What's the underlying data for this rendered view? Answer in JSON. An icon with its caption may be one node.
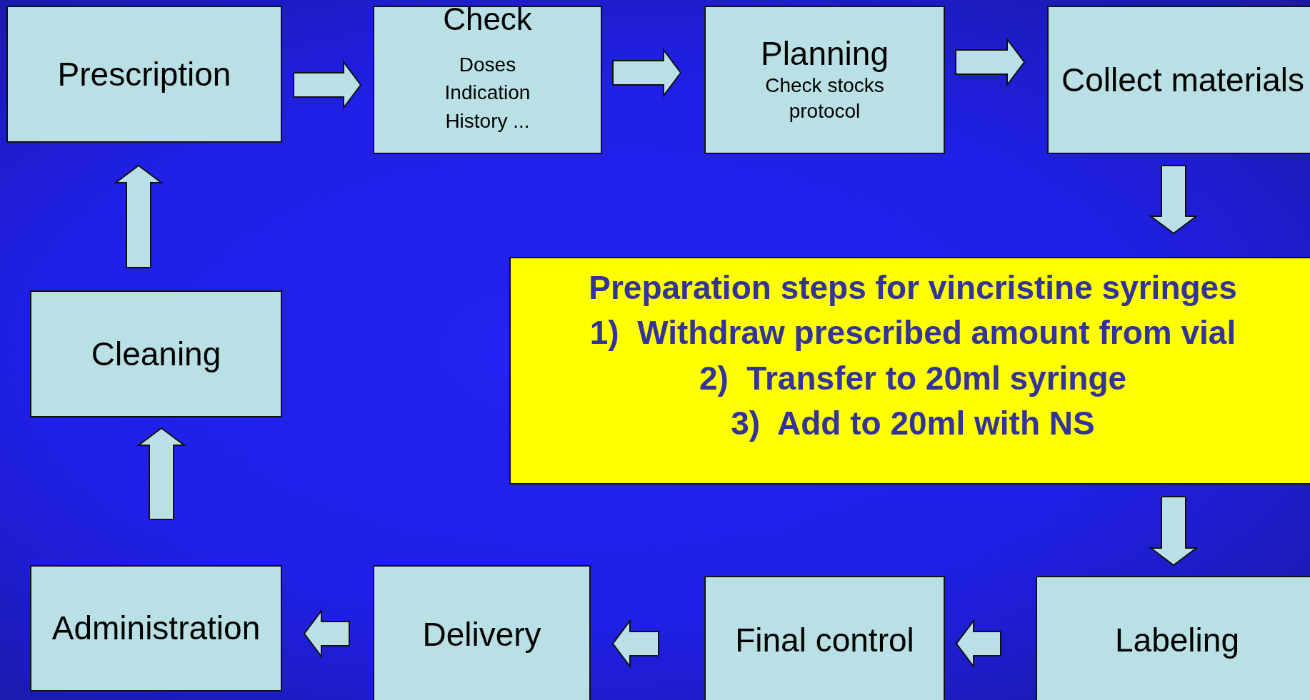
{
  "diagram": {
    "nodes": [
      {
        "text": [
          "Prescription"
        ]
      },
      {
        "text": [
          "Check",
          "Doses Indication History ..."
        ]
      },
      {
        "text": [
          "Planning",
          "Check stocks protocol"
        ]
      },
      {
        "text": [
          "Collect materials"
        ]
      },
      {
        "text": [
          "Preparation steps for vincristine syringes",
          "1)  Withdraw prescribed amount from vial",
          "2)  Transfer to 20ml syringe",
          "3)  Add to 20ml with NS"
        ]
      },
      {
        "text": [
          "Labeling"
        ]
      },
      {
        "text": [
          "Final control"
        ]
      },
      {
        "text": [
          "Delivery"
        ]
      },
      {
        "text": [
          "Administration"
        ]
      },
      {
        "text": [
          "Cleaning"
        ]
      }
    ],
    "edges": [
      {
        "from": 0,
        "to": 1,
        "arrow": "to"
      },
      {
        "from": 1,
        "to": 2,
        "arrow": "to"
      },
      {
        "from": 2,
        "to": 3,
        "arrow": "to"
      },
      {
        "from": 3,
        "to": 4,
        "arrow": "to"
      },
      {
        "from": 4,
        "to": 5,
        "arrow": "to"
      },
      {
        "from": 5,
        "to": 6,
        "arrow": "to"
      },
      {
        "from": 6,
        "to": 7,
        "arrow": "to"
      },
      {
        "from": 7,
        "to": 8,
        "arrow": "to"
      },
      {
        "from": 8,
        "to": 9,
        "arrow": "to"
      },
      {
        "from": 9,
        "to": 0,
        "arrow": "to"
      }
    ]
  }
}
